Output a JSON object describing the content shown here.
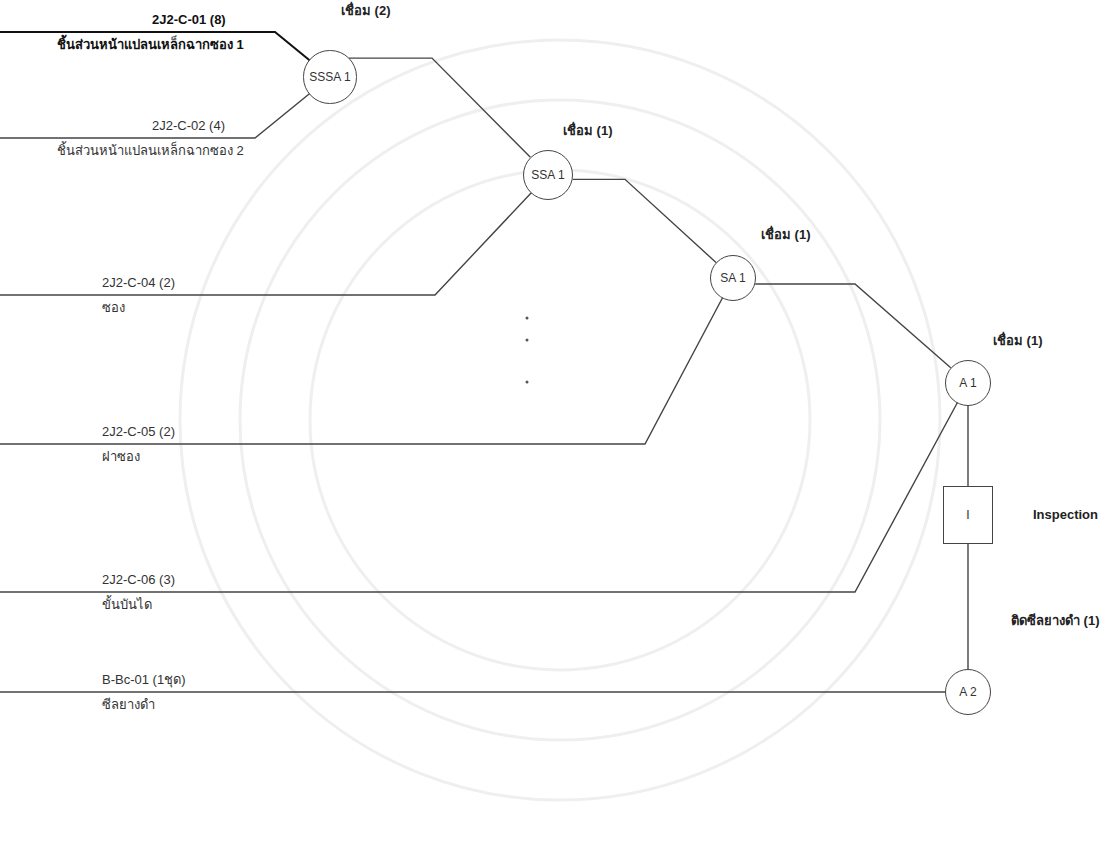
{
  "diagram": {
    "nodes": [
      {
        "text": [
          "เชื่อม (2)",
          "SSSA 1"
        ]
      },
      {
        "text": [
          "เชื่อม (1)",
          "SSA 1"
        ]
      },
      {
        "text": [
          "เชื่อม (1)",
          "SA 1"
        ]
      },
      {
        "text": [
          "เชื่อม (1)",
          "A 1"
        ]
      },
      {
        "text": [
          "Inspection",
          "I"
        ]
      },
      {
        "text": [
          "ติดซีลยางดำ (1)",
          "A 2"
        ]
      }
    ],
    "edges": [
      {
        "from": 0,
        "to": 1,
        "arrow": "none"
      },
      {
        "from": 1,
        "to": 2,
        "arrow": "none"
      },
      {
        "from": 2,
        "to": 3,
        "arrow": "none"
      },
      {
        "from": 3,
        "to": 4,
        "arrow": "none"
      },
      {
        "from": 4,
        "to": 5,
        "arrow": "none"
      }
    ],
    "labels": [
      "2J2-C-01 (8)",
      "ชิ้นส่วนหน้าแปลนเหล็กฉากซอง 1",
      "2J2-C-02 (4)",
      "ชิ้นส่วนหน้าแปลนเหล็กฉากซอง 2",
      "2J2-C-04 (2)",
      "ซอง",
      "2J2-C-05 (2)",
      "ฝาซอง",
      "2J2-C-06 (3)",
      "ขั้นบันได",
      "B-Bc-01 (1ชุด)",
      "ซีลยางดำ"
    ]
  }
}
